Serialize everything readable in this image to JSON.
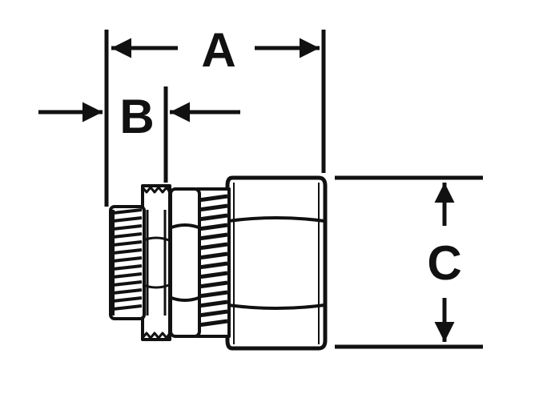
{
  "dimensions": {
    "a": {
      "label": "A"
    },
    "b": {
      "label": "B"
    },
    "c": {
      "label": "C"
    }
  },
  "colors": {
    "ink": "#111111",
    "paper": "#ffffff"
  }
}
